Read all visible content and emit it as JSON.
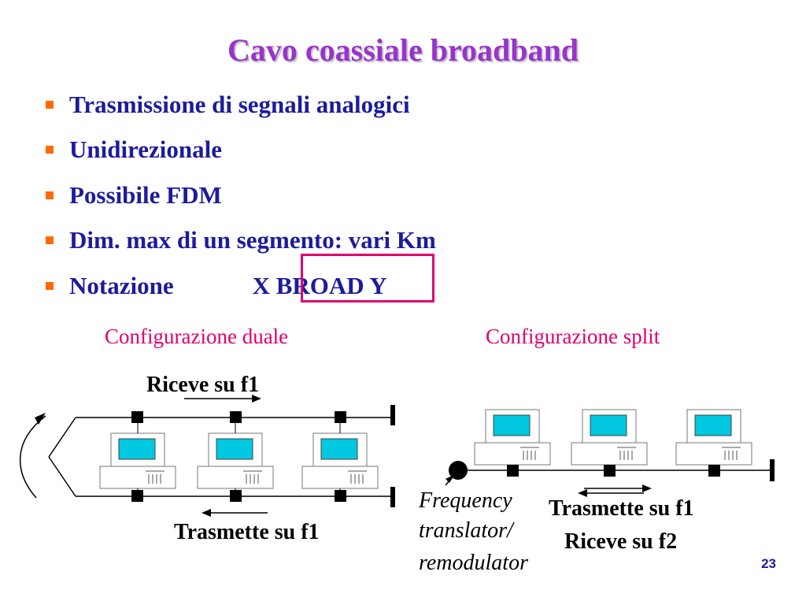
{
  "title": "Cavo coassiale broadband",
  "bullets": [
    {
      "text": "Trasmissione di segnali analogici"
    },
    {
      "text": "Unidirezionale"
    },
    {
      "text": "Possibile FDM"
    },
    {
      "text": "Dim. max di un segmento: vari Km"
    },
    {
      "text": "Notazione",
      "value": "X BROAD Y"
    }
  ],
  "dual": {
    "heading": "Configurazione duale",
    "top_label": "Riceve su f1",
    "bottom_label": "Trasmette su f1"
  },
  "split": {
    "heading": "Configurazione split",
    "label_line1": "Trasmette su f1",
    "label_line2": "Riceve su f2",
    "translator_line1": "Frequency",
    "translator_line2": "translator/",
    "translator_line3": "remodulator"
  },
  "page_number": "23",
  "colors": {
    "title": "#9933cc",
    "bullet_text": "#1c1c9c",
    "bullet_mark": "#ff6a00",
    "heading": "#e0006d",
    "screen": "#00c8e0"
  }
}
